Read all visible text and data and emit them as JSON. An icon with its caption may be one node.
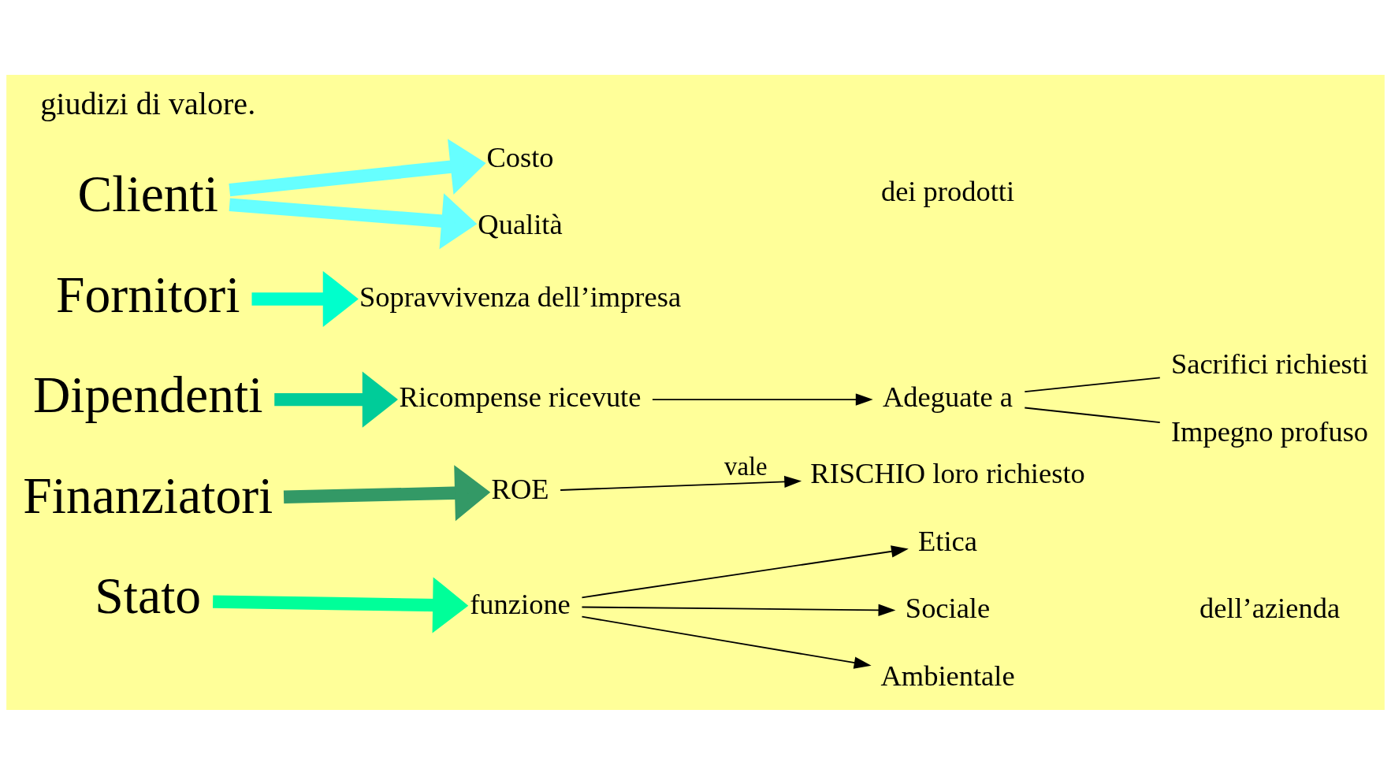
{
  "diagram": {
    "nodes": [
      {
        "text": [
          "Clienti"
        ]
      },
      {
        "text": [
          "Costo"
        ]
      },
      {
        "text": [
          "Qualità"
        ]
      },
      {
        "text": [
          "Fornitori"
        ]
      },
      {
        "text": [
          "Sopravvivenza dell’impresa"
        ]
      },
      {
        "text": [
          "Dipendenti"
        ]
      },
      {
        "text": [
          "Ricompense ricevute"
        ]
      },
      {
        "text": [
          "Adeguate a"
        ]
      },
      {
        "text": [
          "Sacrifici richiesti"
        ]
      },
      {
        "text": [
          "Impegno profuso"
        ]
      },
      {
        "text": [
          "Finanziatori"
        ]
      },
      {
        "text": [
          "ROE"
        ]
      },
      {
        "text": [
          "RISCHIO loro richiesto"
        ]
      },
      {
        "text": [
          "Stato"
        ]
      },
      {
        "text": [
          "funzione"
        ]
      },
      {
        "text": [
          "Etica"
        ]
      },
      {
        "text": [
          "Sociale"
        ]
      },
      {
        "text": [
          "Ambientale"
        ]
      }
    ],
    "edges": [
      {
        "from": 0,
        "to": 1,
        "arrow": "to",
        "style": "thick",
        "color": "#66ffff"
      },
      {
        "from": 0,
        "to": 2,
        "arrow": "to",
        "style": "thick",
        "color": "#66ffff"
      },
      {
        "from": 3,
        "to": 4,
        "arrow": "to",
        "style": "thick",
        "color": "#00ffcc"
      },
      {
        "from": 5,
        "to": 6,
        "arrow": "to",
        "style": "thick",
        "color": "#00cc99"
      },
      {
        "from": 6,
        "to": 7,
        "arrow": "to"
      },
      {
        "from": 7,
        "to": 8,
        "arrow": "none"
      },
      {
        "from": 7,
        "to": 9,
        "arrow": "none"
      },
      {
        "from": 10,
        "to": 11,
        "arrow": "to",
        "style": "thick",
        "color": "#339966"
      },
      {
        "from": 11,
        "to": 12,
        "arrow": "to",
        "label": "vale"
      },
      {
        "from": 13,
        "to": 14,
        "arrow": "to",
        "style": "thick",
        "color": "#00ff99"
      },
      {
        "from": 14,
        "to": 15,
        "arrow": "to"
      },
      {
        "from": 14,
        "to": 16,
        "arrow": "to"
      },
      {
        "from": 14,
        "to": 17,
        "arrow": "to"
      }
    ],
    "labels": [
      "giudizi di valore.",
      "dei prodotti",
      "dell’azienda"
    ]
  }
}
